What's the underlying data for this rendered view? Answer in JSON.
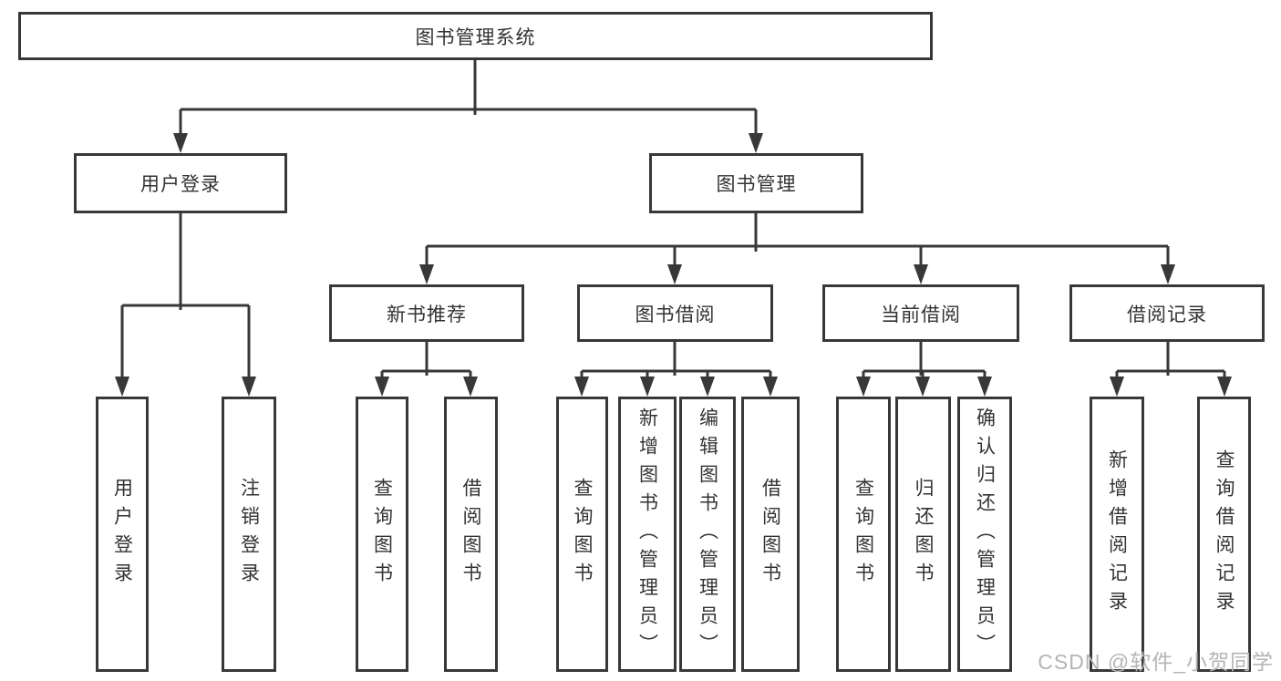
{
  "watermark": "CSDN @软件_小贺同学",
  "colors": {
    "line": "#383838",
    "box_border": "#383838",
    "box_fill": "#ffffff",
    "text": "#333333",
    "watermark": "#b5b5b5"
  },
  "tree": {
    "label": "图书管理系统",
    "children": [
      {
        "label": "用户登录",
        "children": [
          {
            "label": "用户登录"
          },
          {
            "label": "注销登录"
          }
        ]
      },
      {
        "label": "图书管理",
        "children": [
          {
            "label": "新书推荐",
            "children": [
              {
                "label": "查询图书"
              },
              {
                "label": "借阅图书"
              }
            ]
          },
          {
            "label": "图书借阅",
            "children": [
              {
                "label": "查询图书"
              },
              {
                "label": "新增图书（管理员）"
              },
              {
                "label": "编辑图书（管理员）"
              },
              {
                "label": "借阅图书"
              }
            ]
          },
          {
            "label": "当前借阅",
            "children": [
              {
                "label": "查询图书"
              },
              {
                "label": "归还图书"
              },
              {
                "label": "确认归还（管理员）"
              }
            ]
          },
          {
            "label": "借阅记录",
            "children": [
              {
                "label": "新增借阅记录"
              },
              {
                "label": "查询借阅记录"
              }
            ]
          }
        ]
      }
    ]
  }
}
